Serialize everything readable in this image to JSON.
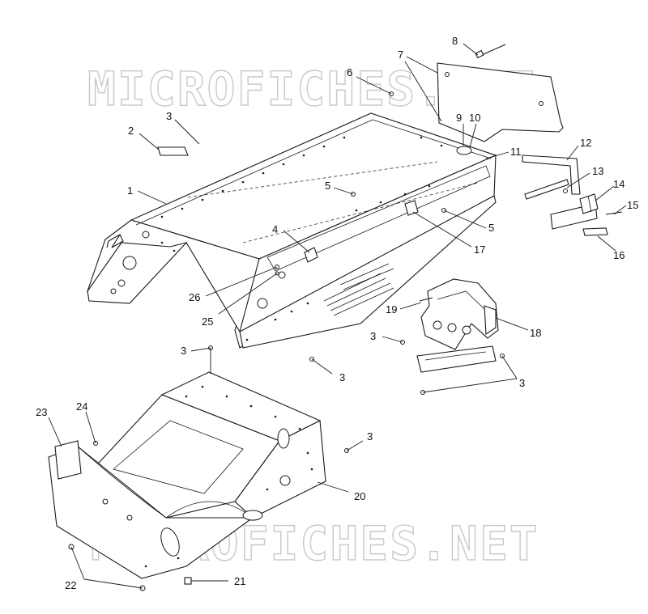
{
  "watermark": {
    "top": "MICROFICHES.NET",
    "bottom": "MICROFICHES.NET"
  },
  "callouts": {
    "c1": "1",
    "c2": "2",
    "c3a": "3",
    "c3b": "3",
    "c3c": "3",
    "c3d": "3",
    "c3e": "3",
    "c3f": "3",
    "c4": "4",
    "c5a": "5",
    "c5b": "5",
    "c6": "6",
    "c7": "7",
    "c8": "8",
    "c9": "9",
    "c10": "10",
    "c11": "11",
    "c12": "12",
    "c13": "13",
    "c14": "14",
    "c15": "15",
    "c16": "16",
    "c17": "17",
    "c18": "18",
    "c19": "19",
    "c20": "20",
    "c21": "21",
    "c22": "22",
    "c23": "23",
    "c24": "24",
    "c25": "25",
    "c26": "26"
  }
}
